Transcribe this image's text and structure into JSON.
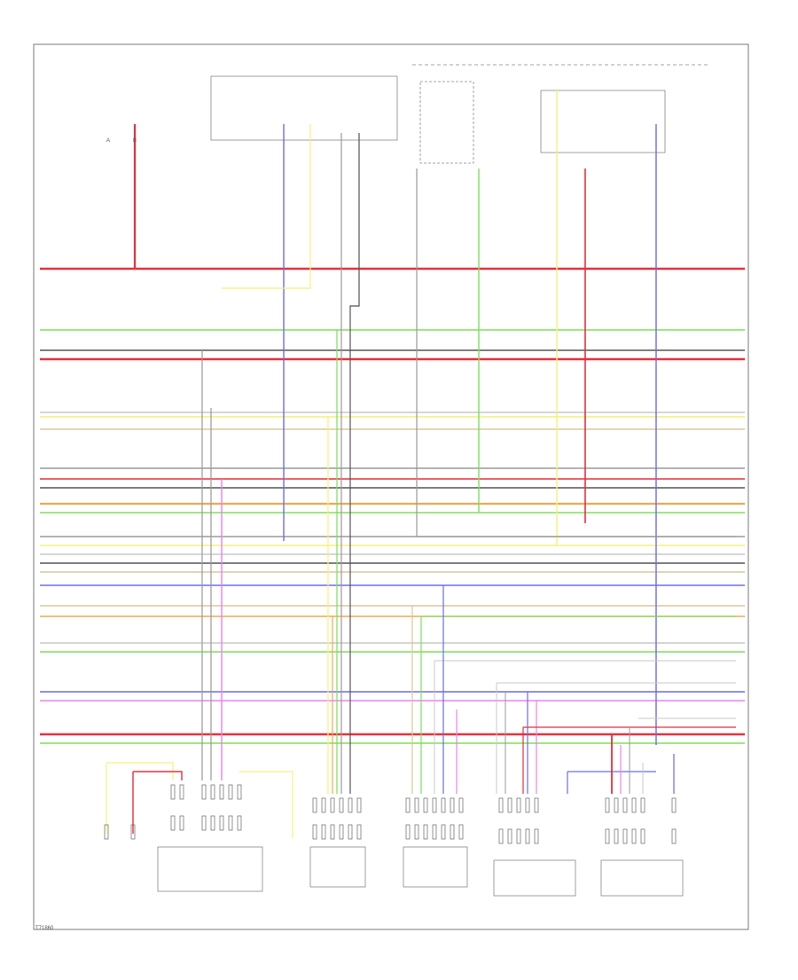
{
  "colors": {
    "red": "#e8313a",
    "green": "#7ee05a",
    "yellow": "#f2f27a",
    "blue": "#6b6bf0",
    "magenta": "#f07ef0",
    "orange": "#f0a850",
    "gray": "#9a9a9a",
    "black": "#555555",
    "tan": "#d8c89a",
    "lightgray": "#c8c8c8"
  },
  "labels": {
    "footer": "T71860",
    "pin_a": "A",
    "pin_b": "B"
  }
}
